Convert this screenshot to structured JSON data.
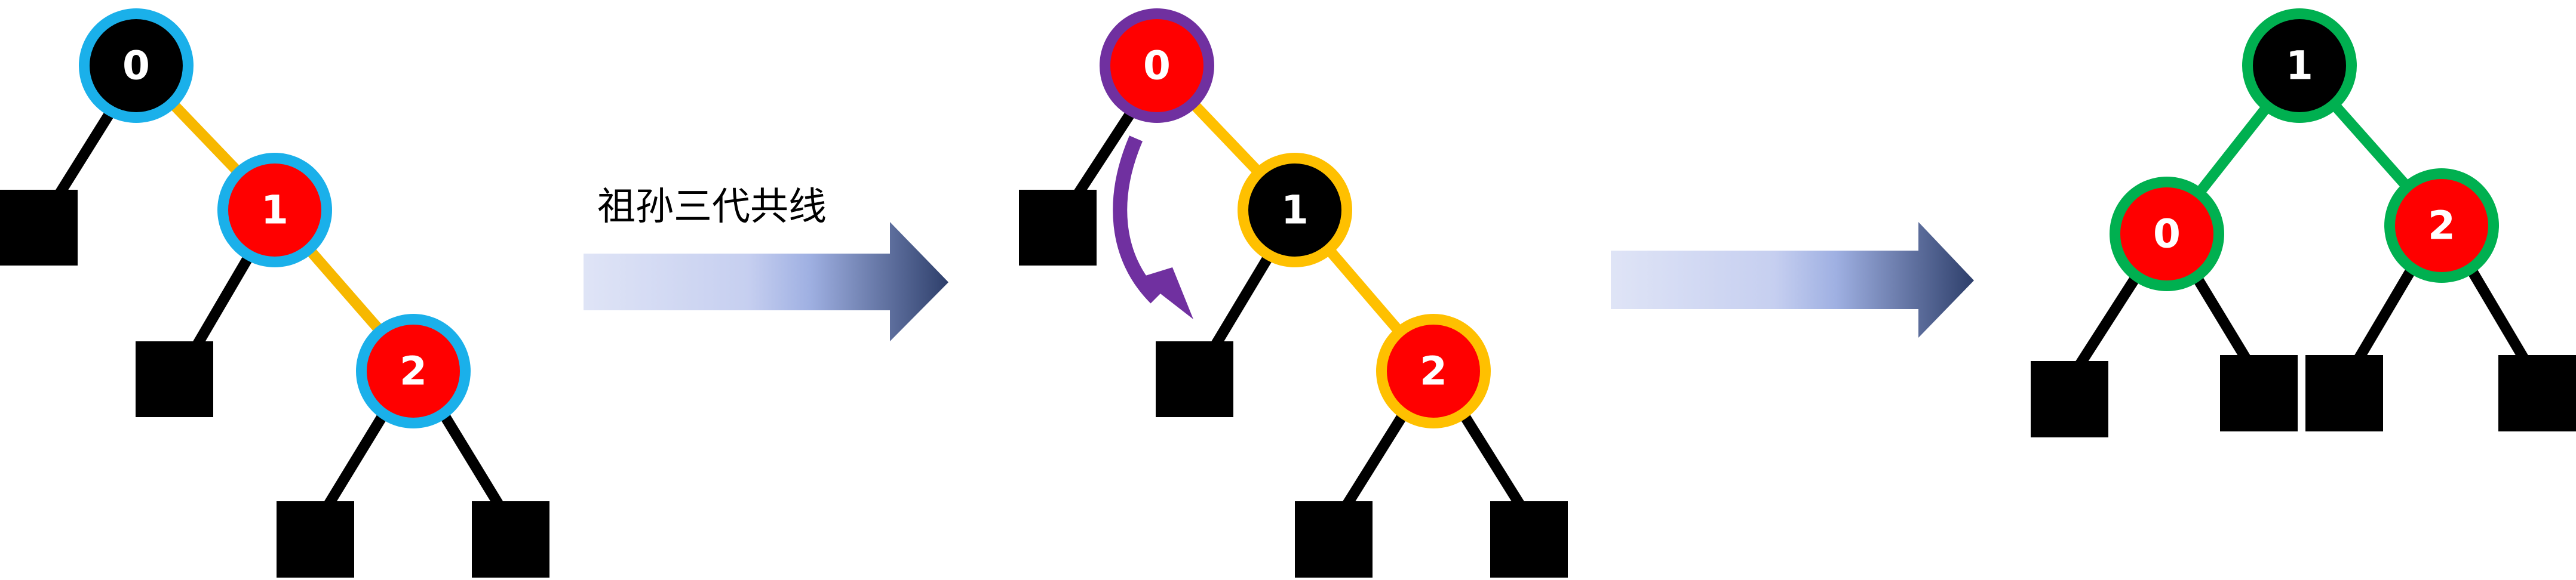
{
  "caption": "祖孙三代共线",
  "colors": {
    "black_node": "#000000",
    "red_node": "#ff0000",
    "nil_leaf": "#000000",
    "edge_black": "#000000",
    "ring_stage1": "#1ab0ea",
    "edge_stage1": "#f7b800",
    "ring_stage2_grandparent": "#7030a0",
    "ring_stage2": "#ffc000",
    "edge_stage2": "#ffc000",
    "rotation_arrow": "#7030a0",
    "ring_stage3": "#00b050",
    "edge_stage3": "#00b050",
    "arrow_light": "#dfe4f6",
    "arrow_mid": "#a9b8e8",
    "arrow_dark": "#2e3f6b"
  },
  "trees": [
    {
      "id": "before",
      "nodes": [
        {
          "id": "n0",
          "label": "0",
          "color": "black"
        },
        {
          "id": "n1",
          "label": "1",
          "color": "red"
        },
        {
          "id": "n2",
          "label": "2",
          "color": "red"
        }
      ]
    },
    {
      "id": "rotating",
      "nodes": [
        {
          "id": "n0",
          "label": "0",
          "color": "red"
        },
        {
          "id": "n1",
          "label": "1",
          "color": "black"
        },
        {
          "id": "n2",
          "label": "2",
          "color": "red"
        }
      ],
      "rotation": "left"
    },
    {
      "id": "after",
      "nodes": [
        {
          "id": "n1",
          "label": "1",
          "color": "black"
        },
        {
          "id": "n0",
          "label": "0",
          "color": "red"
        },
        {
          "id": "n2",
          "label": "2",
          "color": "red"
        }
      ]
    }
  ]
}
